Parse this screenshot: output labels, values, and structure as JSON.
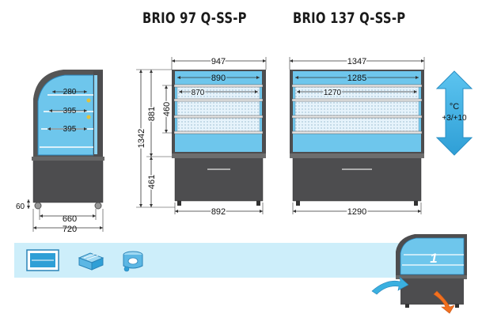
{
  "titles": {
    "model_left": "BRIO 97 Q-SS-P",
    "model_right": "BRIO 137 Q-SS-P"
  },
  "side_view": {
    "shelf_depths": [
      "280",
      "395",
      "395"
    ],
    "foot_height": "60",
    "inner_depth": "660",
    "total_depth": "720"
  },
  "brio97": {
    "outer_width": "947",
    "shelf_width": "890",
    "inner_width": "870",
    "heights": {
      "total": "1342",
      "upper": "881",
      "display": "460",
      "base": "461"
    },
    "base_width": "892"
  },
  "brio137": {
    "outer_width": "1347",
    "shelf_width": "1285",
    "inner_width": "1270",
    "base_width": "1290"
  },
  "temperature": {
    "unit": "°C",
    "range": "+3/+10"
  },
  "badge_number": "1",
  "colors": {
    "glass_blue": "#6ec6ec",
    "cabinet": "#4d4d4f",
    "cyan_band": "#cdeefa",
    "arrow_blue": "#3ab0e0",
    "orange": "#f2701e"
  }
}
